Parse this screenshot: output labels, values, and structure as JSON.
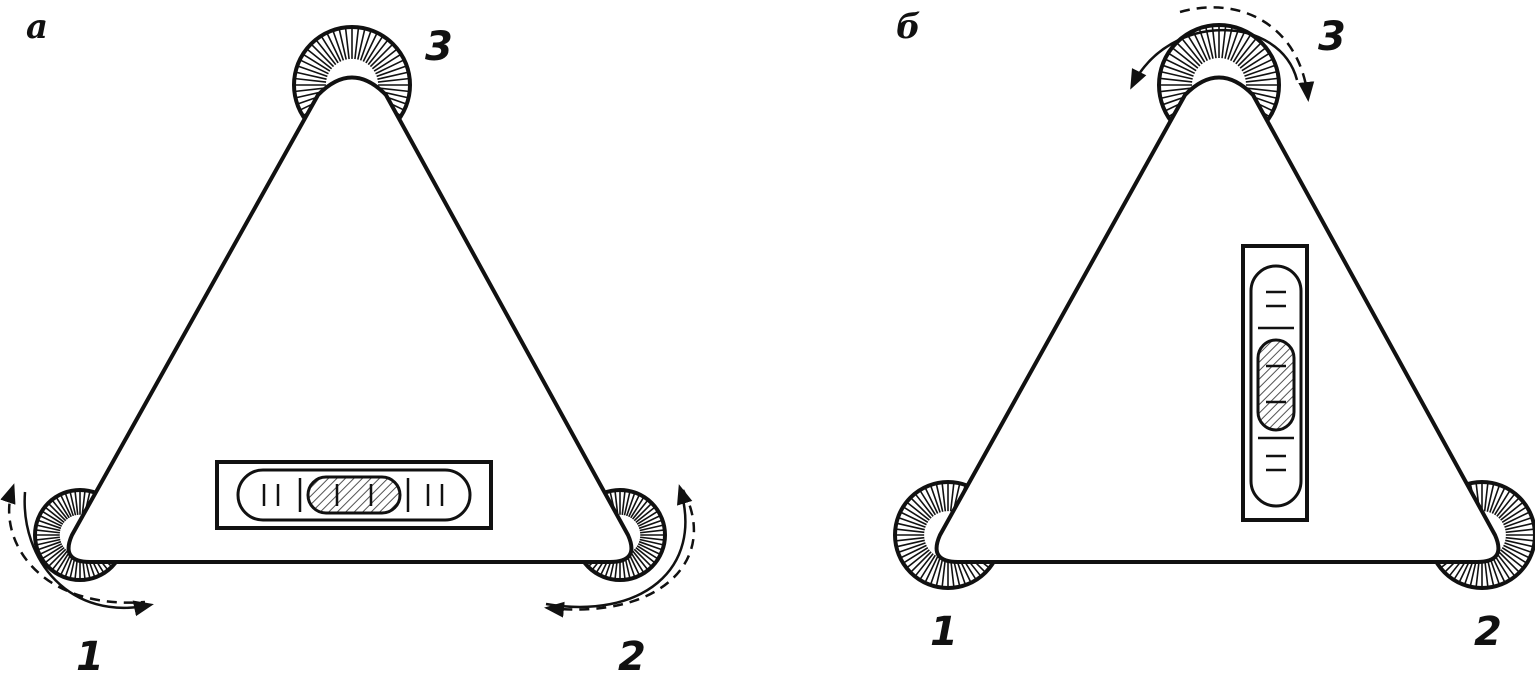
{
  "panels": [
    {
      "label": "а",
      "screws": [
        {
          "label": "1",
          "rotation": "counterclockwise-and-back"
        },
        {
          "label": "2",
          "rotation": "clockwise-and-back"
        },
        {
          "label": "3",
          "rotation": "none"
        }
      ],
      "vial_orientation": "horizontal"
    },
    {
      "label": "б",
      "screws": [
        {
          "label": "1",
          "rotation": "none"
        },
        {
          "label": "2",
          "rotation": "none"
        },
        {
          "label": "3",
          "rotation": "both-directions"
        }
      ],
      "vial_orientation": "vertical"
    }
  ],
  "colors": {
    "stroke": "#111111",
    "hatch": "#888888",
    "background": "#ffffff"
  },
  "icons": [
    "foot-screw-icon",
    "level-vial-icon",
    "rotation-arrow-icon"
  ]
}
